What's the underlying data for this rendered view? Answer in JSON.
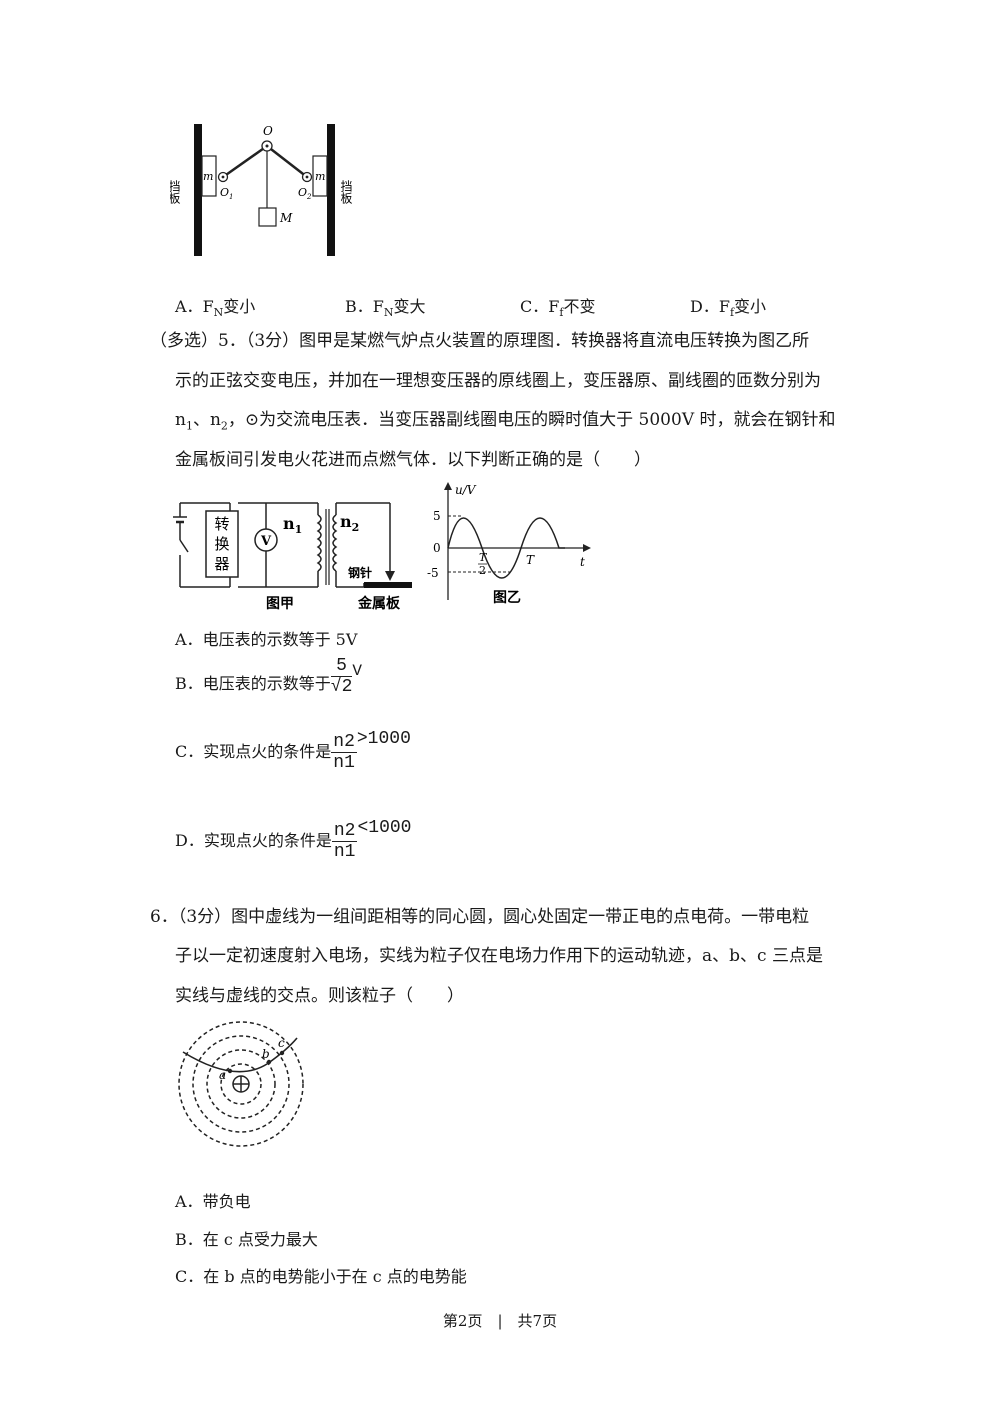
{
  "q4": {
    "figure": {
      "label_O": "O",
      "label_O1": "O",
      "label_O1_sub": "1",
      "label_O2": "O",
      "label_O2_sub": "2",
      "label_m_left": "m",
      "label_m_right": "m",
      "label_M": "M",
      "wall_left": "挡板",
      "wall_right": "挡板"
    },
    "options": [
      {
        "letter": "A．",
        "sym": "F",
        "sub": "N",
        "text": "变小"
      },
      {
        "letter": "B．",
        "sym": "F",
        "sub": "N",
        "text": "变大"
      },
      {
        "letter": "C．",
        "sym": "F",
        "sub": "f",
        "text": "不变"
      },
      {
        "letter": "D．",
        "sym": "F",
        "sub": "f",
        "text": "变小"
      }
    ]
  },
  "q5": {
    "line1": "（多选）5．（3分）图甲是某燃气炉点火装置的原理图．转换器将直流电压转换为图乙所",
    "line2": "示的正弦交变电压，并加在一理想变压器的原线圈上，变压器原、副线圈的匝数分别为",
    "line3_a": "n",
    "line3_a_sub": "1",
    "line3_b": "、n",
    "line3_b_sub": "2",
    "line3_c": "，⊙为交流电压表．当变压器副线圈电压的瞬时值大于 5000V 时，就会在钢针和",
    "line4": "金属板间引发电火花进而点燃气体．以下判断正确的是（　　）",
    "fig_jia": {
      "converter": "转换器",
      "voltmeter": "V",
      "n1": "n",
      "n1_sub": "1",
      "n2": "n",
      "n2_sub": "2",
      "needle": "钢针",
      "plate": "金属板",
      "caption": "图甲"
    },
    "fig_yi": {
      "ylabel": "u/V",
      "y_top": "5",
      "y_zero": "0",
      "y_bottom": "-5",
      "half_T_num": "T",
      "half_T_den": "2",
      "T": "T",
      "xlabel": "t",
      "caption": "图乙"
    },
    "optA": {
      "letter": "A．",
      "text": "电压表的示数等于 5V"
    },
    "optB": {
      "letter": "B．",
      "text": "电压表的示数等于",
      "frac_num": "5",
      "frac_den": "√2",
      "unit": "V"
    },
    "optC": {
      "letter": "C．",
      "text": "实现点火的条件是",
      "frac_num": "n2",
      "frac_den": "n1",
      "cmp": ">1000"
    },
    "optD": {
      "letter": "D．",
      "text": "实现点火的条件是",
      "frac_num": "n2",
      "frac_den": "n1",
      "cmp": "<1000"
    }
  },
  "q6": {
    "line1": "6．（3分）图中虚线为一组间距相等的同心圆，圆心处固定一带正电的点电荷。一带电粒",
    "line2": "子以一定初速度射入电场，实线为粒子仅在电场力作用下的运动轨迹，a、b、c 三点是",
    "line3": "实线与虚线的交点。则该粒子（　　）",
    "figure": {
      "a": "a",
      "b": "b",
      "c": "c"
    },
    "optA": {
      "letter": "A．",
      "text": "带负电"
    },
    "optB": {
      "letter": "B．",
      "text": "在 c 点受力最大"
    },
    "optC": {
      "letter": "C．",
      "text": "在 b 点的电势能小于在 c 点的电势能"
    }
  },
  "footer": {
    "text": "第2页　|　共7页"
  }
}
